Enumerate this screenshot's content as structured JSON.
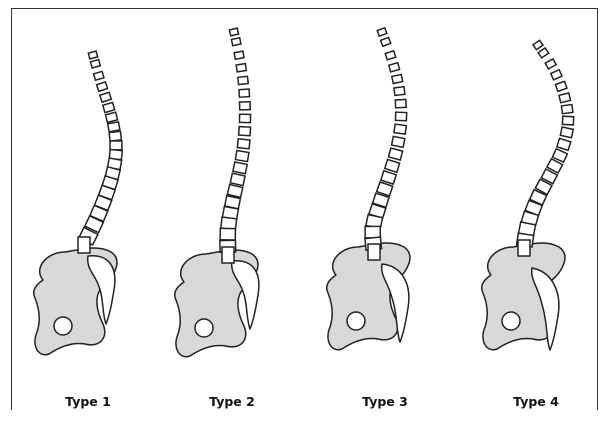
{
  "figure": {
    "types": [
      {
        "label": "Type 1"
      },
      {
        "label": "Type 2"
      },
      {
        "label": "Type 3"
      },
      {
        "label": "Type 4"
      }
    ]
  },
  "colors": {
    "pelvis_fill": "#d9d9d9",
    "outline": "#222222",
    "vertebra_fill": "#ffffff"
  }
}
